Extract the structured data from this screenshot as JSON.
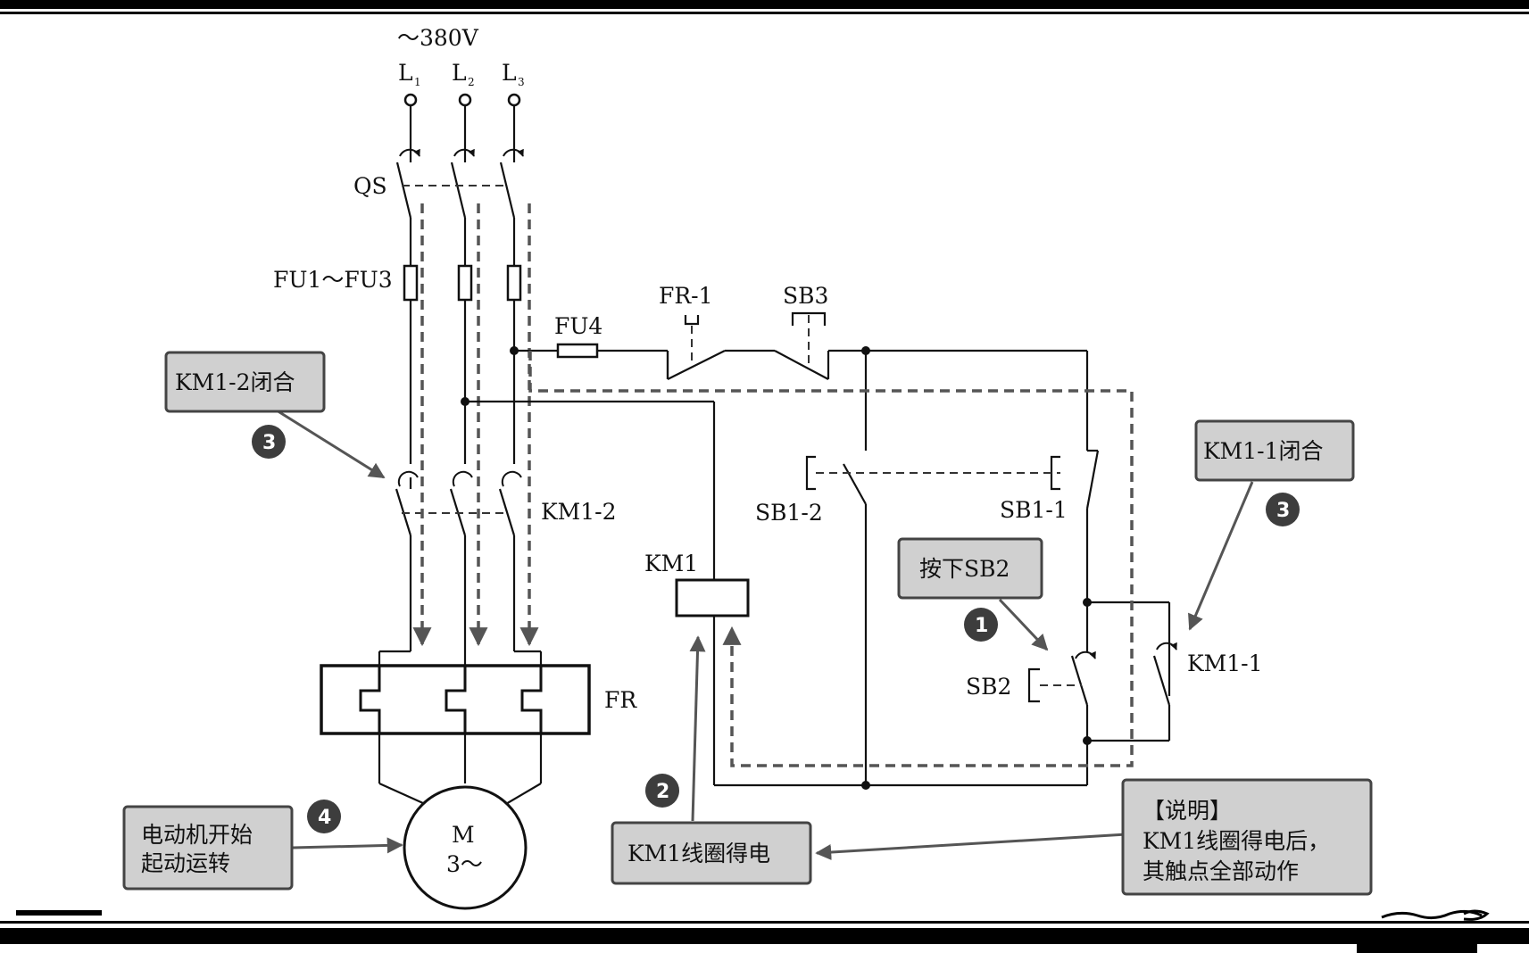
{
  "supply": {
    "voltage": "～380V",
    "phases": [
      {
        "letter": "L",
        "sub": "1"
      },
      {
        "letter": "L",
        "sub": "2"
      },
      {
        "letter": "L",
        "sub": "3"
      }
    ]
  },
  "components": {
    "qs": "QS",
    "fu1_3": "FU1～FU3",
    "fu4": "FU4",
    "fr1": "FR-1",
    "sb3": "SB3",
    "sb1_2": "SB1-2",
    "sb1_1": "SB1-1",
    "km1_2": "KM1-2",
    "km1": "KM1",
    "sb2": "SB2",
    "km1_1": "KM1-1",
    "fr": "FR",
    "motor_m": "M",
    "motor_3": "3～"
  },
  "callouts": {
    "km1_2_closed": "KM1-2闭合",
    "km1_1_closed": "KM1-1闭合",
    "press_sb2": "按下SB2",
    "coil_energized": "KM1线圈得电",
    "motor_start_line1": "电动机开始",
    "motor_start_line2": "起动运转",
    "note_title": "【说明】",
    "note_line1": "KM1线圈得电后，",
    "note_line2": "其触点全部动作"
  },
  "steps": {
    "one": "1",
    "two": "2",
    "three_a": "3",
    "three_b": "3",
    "four": "4"
  },
  "colors": {
    "callout_fill": "#d0d0d0",
    "badge_fill": "#3d3d3d",
    "line": "#111111"
  }
}
